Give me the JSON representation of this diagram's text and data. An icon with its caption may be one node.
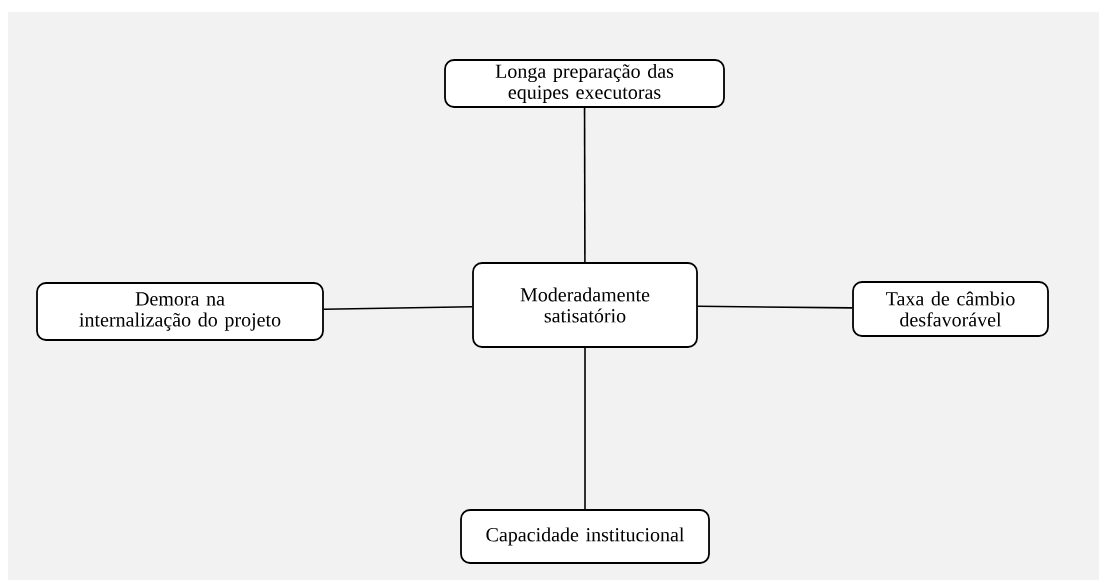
{
  "diagram": {
    "nodes": [
      {
        "text": [
          "Longa preparação das equipes executoras"
        ]
      },
      {
        "text": [
          "Demora na internalização do projeto"
        ]
      },
      {
        "text": [
          "Moderadamente satisatório"
        ]
      },
      {
        "text": [
          "Taxa de câmbio desfavorável"
        ]
      },
      {
        "text": [
          "Capacidade institucional"
        ]
      }
    ],
    "edges": [
      {
        "from": 2,
        "to": 0,
        "arrow": "none"
      },
      {
        "from": 2,
        "to": 1,
        "arrow": "none"
      },
      {
        "from": 2,
        "to": 3,
        "arrow": "none"
      },
      {
        "from": 2,
        "to": 4,
        "arrow": "none"
      }
    ]
  }
}
